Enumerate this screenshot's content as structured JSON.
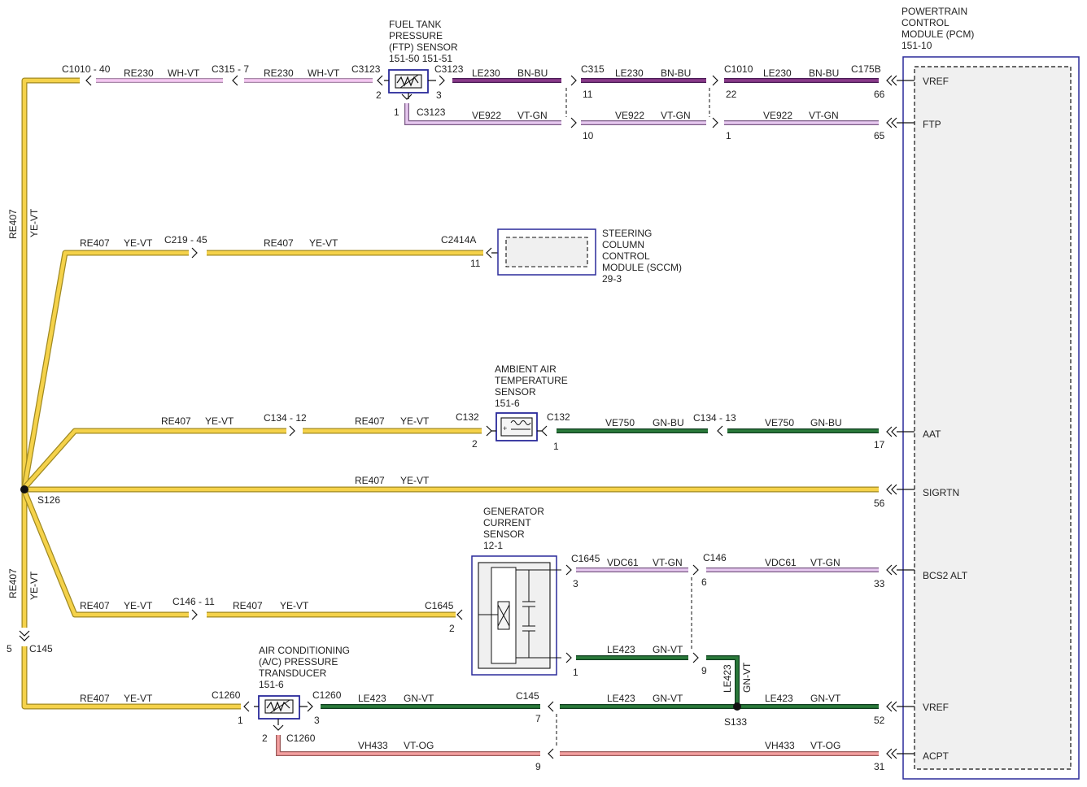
{
  "pcm": {
    "name_lines": [
      "POWERTRAIN",
      "CONTROL",
      "MODULE (PCM)",
      "151-10"
    ],
    "pins": [
      {
        "label": "VREF",
        "pin": "66"
      },
      {
        "label": "FTP",
        "pin": "65"
      },
      {
        "label": "AAT",
        "pin": "17"
      },
      {
        "label": "SIGRTN",
        "pin": "56"
      },
      {
        "label": "BCS2 ALT",
        "pin": "33"
      },
      {
        "label": "VREF",
        "pin": "52"
      },
      {
        "label": "ACPT",
        "pin": "31"
      }
    ]
  },
  "ftp_sensor": {
    "name_lines": [
      "FUEL TANK",
      "PRESSURE",
      "(FTP) SENSOR"
    ],
    "ref": "151-50  151-51",
    "pins": [
      "2",
      "3",
      "1"
    ]
  },
  "sccm": {
    "name_lines": [
      "STEERING",
      "COLUMN",
      "CONTROL",
      "MODULE (SCCM)",
      "29-3"
    ]
  },
  "aat_sensor": {
    "name_lines": [
      "AMBIENT AIR",
      "TEMPERATURE",
      "SENSOR",
      "151-6"
    ]
  },
  "gen_sensor": {
    "name_lines": [
      "GENERATOR",
      "CURRENT",
      "SENSOR",
      "12-1"
    ]
  },
  "ac_sensor": {
    "name_lines": [
      "AIR CONDITIONING",
      "(A/C) PRESSURE",
      "TRANSDUCER",
      "151-6"
    ]
  },
  "splices": {
    "s126": "S126",
    "s133": "S133"
  },
  "connectors": {
    "c1010_40": "C1010 - 40",
    "c315_7": "C315 - 7",
    "c3123_a": "C3123",
    "c3123_b": "C3123",
    "c3123_c": "C3123",
    "c315": "C315",
    "c1010": "C1010",
    "c175b": "C175B",
    "c219_45": "C219 - 45",
    "c2414a": "C2414A",
    "c134_12": "C134 - 12",
    "c132_a": "C132",
    "c132_b": "C132",
    "c134_13": "C134 - 13",
    "c1645_a": "C1645",
    "c146": "C146",
    "c146_11": "C146 - 11",
    "c1645_b": "C1645",
    "c145_a": "C145",
    "c1260_a": "C1260",
    "c1260_b": "C1260",
    "c1260_c": "C1260",
    "c145_b": "C145"
  },
  "pin_numbers": {
    "p11_c315": "11",
    "p22_c1010": "22",
    "p10_c315": "10",
    "p1_c1010": "1",
    "p11_c2414a": "11",
    "p2_c132": "2",
    "p1_c132": "1",
    "p3_c1645": "3",
    "p6_c146": "6",
    "p1_c1645": "1",
    "p9_c146": "9",
    "p2_c1645": "2",
    "p5_c145": "5",
    "p1_c1260": "1",
    "p3_c1260": "3",
    "p2_c1260": "2",
    "p7_c145": "7",
    "p9_c145": "9"
  },
  "wires": {
    "re230": "RE230",
    "wh_vt": "WH-VT",
    "le230": "LE230",
    "bn_bu": "BN-BU",
    "ve922": "VE922",
    "vt_gn": "VT-GN",
    "re407": "RE407",
    "ye_vt": "YE-VT",
    "ve750": "VE750",
    "gn_bu": "GN-BU",
    "vdc61": "VDC61",
    "le423": "LE423",
    "gn_vt": "GN-VT",
    "vh433": "VH433",
    "vt_og": "VT-OG"
  }
}
